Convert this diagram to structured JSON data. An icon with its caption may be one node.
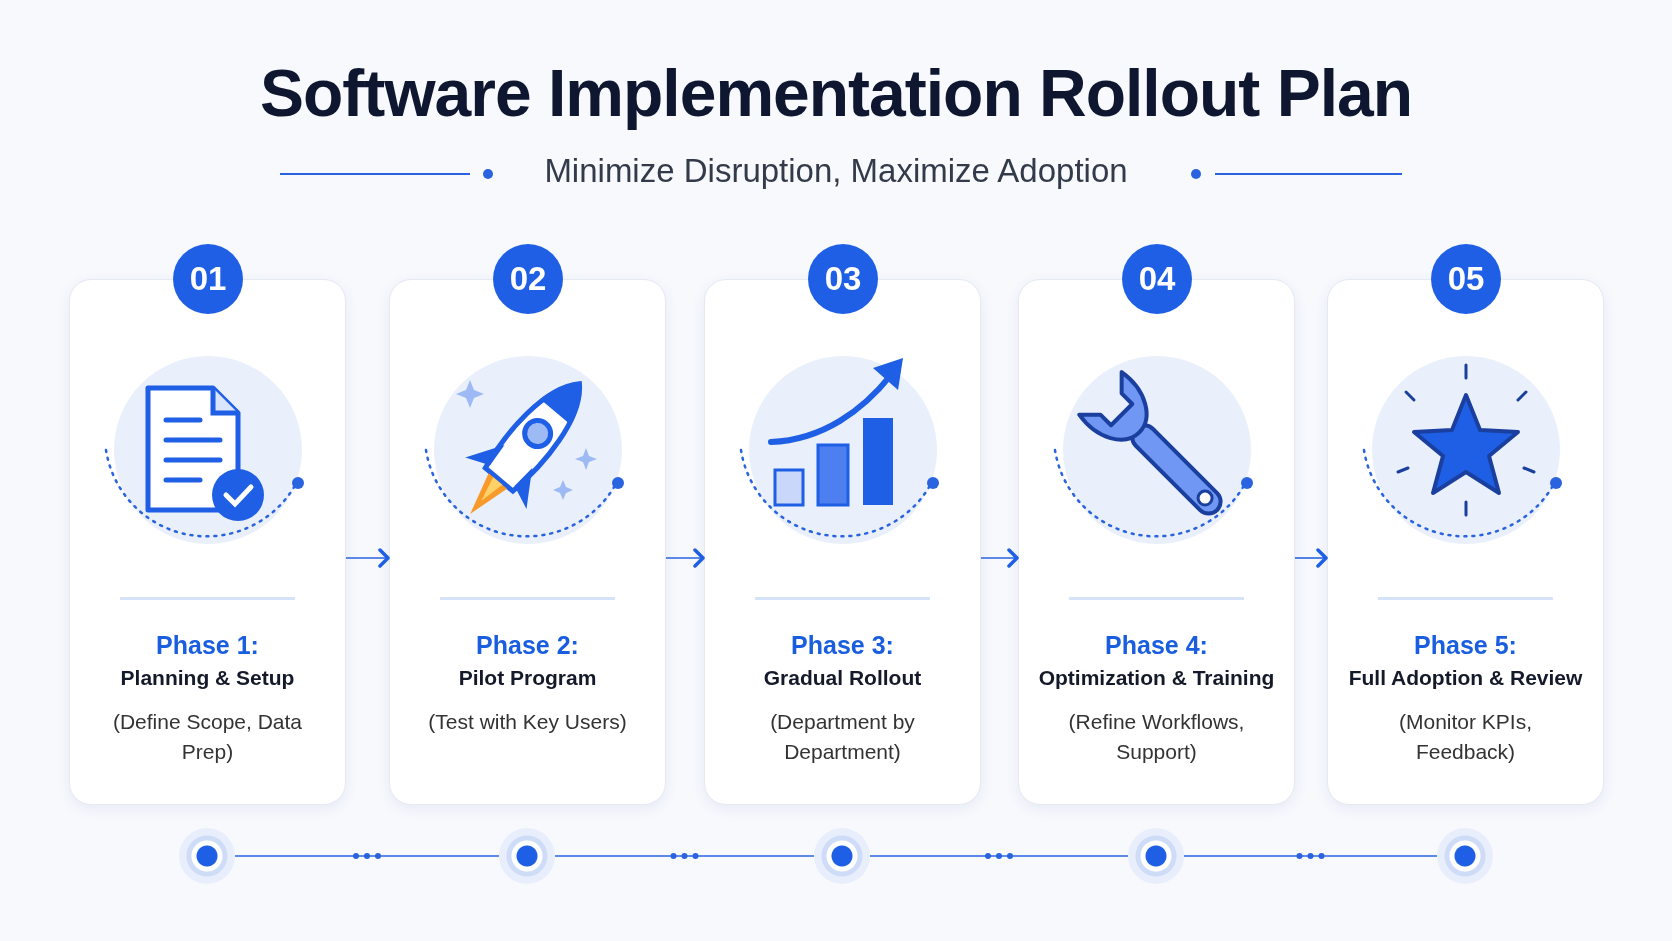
{
  "diagram": {
    "title": "Software Implementation Rollout Plan",
    "nodes": [
      {
        "text": [
          "01",
          "Phase 1:",
          "Planning & Setup",
          "(Define Scope, Data Prep)"
        ]
      },
      {
        "text": [
          "02",
          "Phase 2:",
          "Pilot Program",
          "(Test with Key Users)"
        ]
      },
      {
        "text": [
          "03",
          "Phase 3:",
          "Gradual Rollout",
          "(Department by Department)"
        ]
      },
      {
        "text": [
          "04",
          "Phase 4:",
          "Optimization & Training",
          "(Refine Workflows, Support)"
        ]
      },
      {
        "text": [
          "05",
          "Phase 5:",
          "Full Adoption & Review",
          "(Monitor KPIs, Feedback)"
        ]
      },
      {
        "text": [],
        "shape": "circle"
      },
      {
        "text": [],
        "shape": "circle"
      },
      {
        "text": [],
        "shape": "circle"
      },
      {
        "text": [],
        "shape": "circle"
      },
      {
        "text": [],
        "shape": "circle"
      }
    ],
    "edges": [
      {
        "from": 0,
        "to": 1,
        "arrow": "to"
      },
      {
        "from": 1,
        "to": 2,
        "arrow": "to"
      },
      {
        "from": 2,
        "to": 3,
        "arrow": "to"
      },
      {
        "from": 3,
        "to": 4,
        "arrow": "to"
      },
      {
        "from": 5,
        "to": 6,
        "arrow": "none"
      },
      {
        "from": 6,
        "to": 7,
        "arrow": "none"
      },
      {
        "from": 7,
        "to": 8,
        "arrow": "none"
      },
      {
        "from": 8,
        "to": 9,
        "arrow": "none"
      }
    ],
    "labels": [
      "Minimize Disruption, Maximize Adoption"
    ]
  }
}
